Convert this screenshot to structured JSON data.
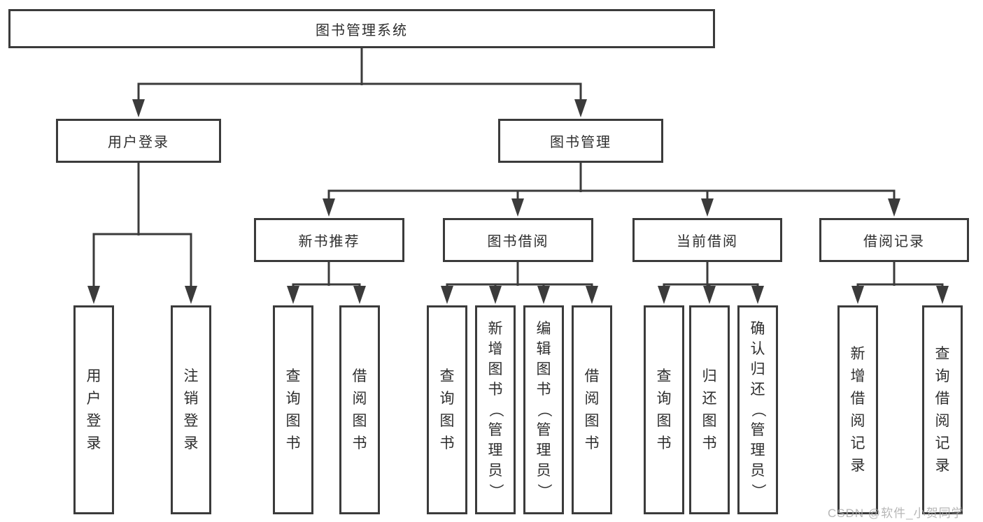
{
  "diagram": {
    "type": "hierarchy-tree",
    "title": "图书管理系统",
    "root": {
      "label": "图书管理系统",
      "children": [
        {
          "label": "用户登录",
          "children": [
            {
              "label": "用户登录"
            },
            {
              "label": "注销登录"
            }
          ]
        },
        {
          "label": "图书管理",
          "children": [
            {
              "label": "新书推荐",
              "children": [
                {
                  "label": "查询图书"
                },
                {
                  "label": "借阅图书"
                }
              ]
            },
            {
              "label": "图书借阅",
              "children": [
                {
                  "label": "查询图书"
                },
                {
                  "label": "新增图书（管理员）"
                },
                {
                  "label": "编辑图书（管理员）"
                },
                {
                  "label": "借阅图书"
                }
              ]
            },
            {
              "label": "当前借阅",
              "children": [
                {
                  "label": "查询图书"
                },
                {
                  "label": "归还图书"
                },
                {
                  "label": "确认归还（管理员）"
                }
              ]
            },
            {
              "label": "借阅记录",
              "children": [
                {
                  "label": "新增借阅记录"
                },
                {
                  "label": "查询借阅记录"
                }
              ]
            }
          ]
        }
      ]
    }
  },
  "watermark": {
    "text": "CSDN @软件_小贺同学"
  },
  "colors": {
    "background": "#ffffff",
    "box_border": "#3b3b3b",
    "connector_line": "#3b3b3b",
    "text": "#2e2e2e",
    "watermark": "#aaaaaa"
  }
}
